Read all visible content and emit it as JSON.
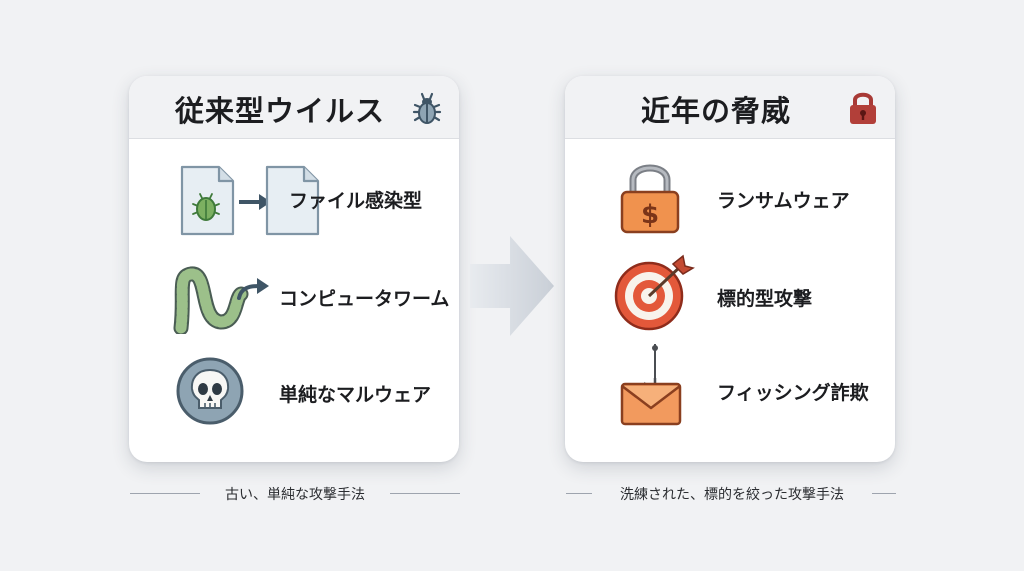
{
  "left_card": {
    "title": "従来型ウイルス",
    "header_icon": "bug-icon",
    "items": [
      {
        "label": "ファイル感染型",
        "icon": "infected-file-icon"
      },
      {
        "label": "コンピュータワーム",
        "icon": "worm-icon"
      },
      {
        "label": "単純なマルウェア",
        "icon": "skull-icon"
      }
    ],
    "caption": "古い、単純な攻撃手法"
  },
  "right_card": {
    "title": "近年の脅威",
    "header_icon": "lock-icon",
    "items": [
      {
        "label": "ランサムウェア",
        "icon": "ransom-lock-icon"
      },
      {
        "label": "標的型攻撃",
        "icon": "target-icon"
      },
      {
        "label": "フィッシング詐欺",
        "icon": "phishing-mail-icon"
      }
    ],
    "caption": "洗練された、標的を絞った攻撃手法"
  },
  "colors": {
    "background": "#f1f2f4",
    "card": "#ffffff",
    "left_accent": "#8ea4b3",
    "right_accent": "#e06a45",
    "lock_red": "#a83a36"
  }
}
